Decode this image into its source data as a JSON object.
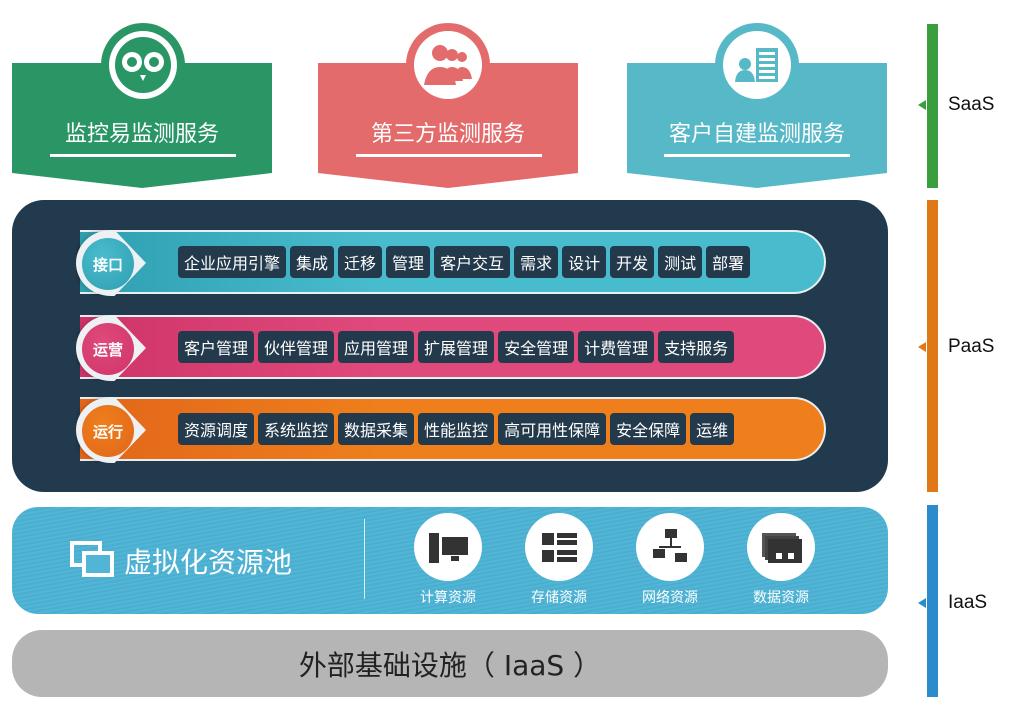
{
  "saas": [
    {
      "title": "监控易监测服务",
      "icon": "owl-icon",
      "color": "#2a9565"
    },
    {
      "title": "第三方监测服务",
      "icon": "users-icon",
      "color": "#e36b6b"
    },
    {
      "title": "客户自建监测服务",
      "icon": "user-list-icon",
      "color": "#57b8c7"
    }
  ],
  "paas": {
    "rows": [
      {
        "label": "接口",
        "color": "#48bccd",
        "dot": "#2f9fb0",
        "tags": [
          "企业应用引擎",
          "集成",
          "迁移",
          "管理",
          "客户交互",
          "需求",
          "设计",
          "开发",
          "测试",
          "部署"
        ]
      },
      {
        "label": "运营",
        "color": "#e0497c",
        "dot": "#cf3468",
        "tags": [
          "客户管理",
          "伙伴管理",
          "应用管理",
          "扩展管理",
          "安全管理",
          "计费管理",
          "支持服务"
        ]
      },
      {
        "label": "运行",
        "color": "#ee7f1c",
        "dot": "#e2661a",
        "tags": [
          "资源调度",
          "系统监控",
          "数据采集",
          "性能监控",
          "高可用性保障",
          "安全保障",
          "运维"
        ]
      }
    ]
  },
  "iaas": {
    "title": "虚拟化资源池",
    "resources": [
      {
        "label": "计算资源",
        "icon": "computer-icon"
      },
      {
        "label": "存储资源",
        "icon": "storage-icon"
      },
      {
        "label": "网络资源",
        "icon": "network-icon"
      },
      {
        "label": "数据资源",
        "icon": "data-icon"
      }
    ]
  },
  "external": "外部基础设施（ IaaS ）",
  "layers": [
    {
      "label": "SaaS",
      "color": "#3a9e3f"
    },
    {
      "label": "PaaS",
      "color": "#e07818"
    },
    {
      "label": "IaaS",
      "color": "#2b8ccc"
    }
  ]
}
